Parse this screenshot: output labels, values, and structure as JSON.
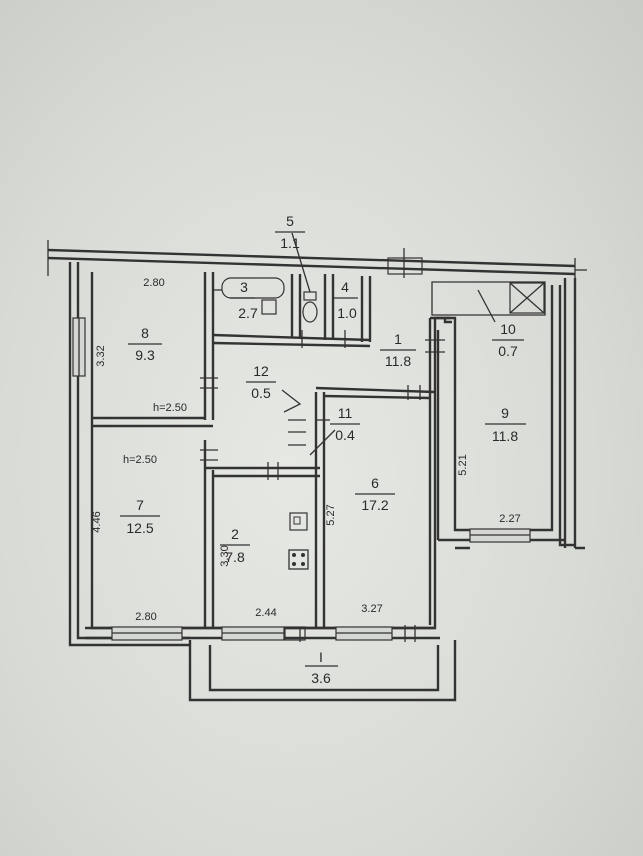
{
  "plan": {
    "rooms": [
      {
        "id": "r5",
        "number": "5",
        "area": "1.1"
      },
      {
        "id": "r3",
        "number": "3",
        "area": "2.7"
      },
      {
        "id": "r4",
        "number": "4",
        "area": "1.0"
      },
      {
        "id": "r8",
        "number": "8",
        "area": "9.3"
      },
      {
        "id": "r1",
        "number": "1",
        "area": "11.8"
      },
      {
        "id": "r12",
        "number": "12",
        "area": "0.5"
      },
      {
        "id": "r10",
        "number": "10",
        "area": "0.7"
      },
      {
        "id": "r11",
        "number": "11",
        "area": "0.4"
      },
      {
        "id": "r9",
        "number": "9",
        "area": "11.8"
      },
      {
        "id": "r7",
        "number": "7",
        "area": "12.5"
      },
      {
        "id": "r6",
        "number": "6",
        "area": "17.2"
      },
      {
        "id": "r2",
        "number": "2",
        "area": "7.8"
      },
      {
        "id": "rb",
        "number": "I",
        "area": "3.6"
      }
    ],
    "dimensions": {
      "top_left": "2.80",
      "room8_side": "3.32",
      "height1": "h=2.50",
      "height2": "h=2.50",
      "room7_side": "4.46",
      "room2_side": "3.30",
      "room6_side": "5.27",
      "room9_side": "5.21",
      "room9_bottom": "2.27",
      "bottom_left": "2.80",
      "bottom_mid": "2.44",
      "bottom_right": "3.27"
    }
  }
}
